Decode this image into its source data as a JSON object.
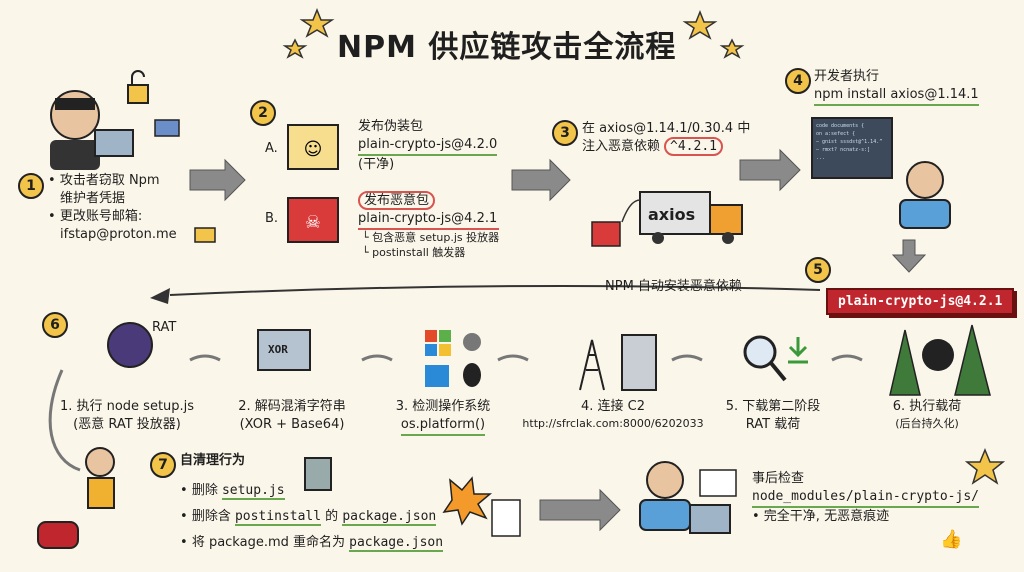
{
  "title": "NPM 供应链攻击全流程",
  "step1": {
    "num": "1",
    "lines": [
      "攻击者窃取 Npm",
      "维护者凭据",
      "更改账号邮箱:",
      "ifstap@proton.me"
    ]
  },
  "step2": {
    "num": "2",
    "a_label": "A.",
    "a_title": "发布伪装包",
    "a_pkg": "plain-crypto-js@4.2.0",
    "a_note": "(干净)",
    "b_label": "B.",
    "b_title": "发布恶意包",
    "b_pkg": "plain-crypto-js@4.2.1",
    "b_sub1": "└ 包含恶意 setup.js 投放器",
    "b_sub2": "└ postinstall 触发器"
  },
  "step3": {
    "num": "3",
    "line1": "在 axios@1.14.1/0.30.4 中",
    "line2_prefix": "注入恶意依赖",
    "line2_version": "^4.2.1",
    "truck_label": "axios"
  },
  "step4": {
    "num": "4",
    "line1": "开发者执行",
    "line2": "npm install axios@1.14.1",
    "code": [
      "code documents {",
      "  on a:sefect {",
      "   — gnist sssdst@^1.14.”",
      "   — rmxt? ncnatz-s:]",
      "  ..."
    ]
  },
  "step5": {
    "num": "5",
    "text": "NPM 自动安装恶意依赖",
    "banner": "plain-crypto-js@4.2.1"
  },
  "step6": {
    "num": "6",
    "rat_label": "RAT",
    "items": [
      {
        "l1": "1. 执行 node setup.js",
        "l2": "(恶意 RAT 投放器)"
      },
      {
        "l1": "2. 解码混淆字符串",
        "l2": "(XOR + Base64)"
      },
      {
        "l1": "3. 检测操作系统",
        "l2": "os.platform()"
      },
      {
        "l1": "4. 连接 C2",
        "l2": "http://sfrclak.com:8000/6202033"
      },
      {
        "l1": "5. 下载第二阶段",
        "l2": "RAT 载荷"
      },
      {
        "l1": "6. 执行载荷",
        "l2": "(后台持久化)"
      }
    ],
    "xor_label": "XOR"
  },
  "step7": {
    "num": "7",
    "title": "自清理行为",
    "items": [
      {
        "bullet": "•",
        "pre": "删除 ",
        "hl": "setup.js",
        "post": ""
      },
      {
        "bullet": "•",
        "pre": "删除含 ",
        "hl": "postinstall",
        "mid": " 的 ",
        "hl2": "package.json"
      },
      {
        "bullet": "•",
        "pre": "将 package.md 重命名为 ",
        "hl": "package.json",
        "post": ""
      }
    ]
  },
  "aftermath": {
    "title": "事后检查",
    "path": "node_modules/plain-crypto-js/",
    "result": "• 完全干净, 无恶意痕迹"
  },
  "colors": {
    "accent_yellow": "#f3c44a",
    "malicious_red": "#c0262d",
    "clean_green": "#6aa84f",
    "background": "#fbf6ea"
  }
}
